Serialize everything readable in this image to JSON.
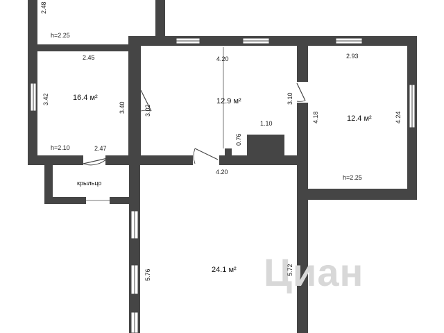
{
  "floor_plan": {
    "rooms": [
      {
        "id": "room-left",
        "area_label": "16.4 м²"
      },
      {
        "id": "room-center",
        "area_label": "12.9 м²"
      },
      {
        "id": "room-right",
        "area_label": "12.4 м²"
      },
      {
        "id": "room-large",
        "area_label": "24.1 м²"
      }
    ],
    "porch_label": "крыльцо",
    "dimensions": {
      "top_left_vertical": "2.48",
      "left_room_top_height": "h=2.25",
      "left_room_top_width": "2.45",
      "left_room_left_height": "3.42",
      "left_room_right_height": "3.40",
      "left_room_bottom_height": "h=2.10",
      "left_room_bottom_width": "2.47",
      "center_top_width": "4.20",
      "center_left_height": "3.02",
      "center_right_height": "3.10",
      "center_partition": "0.76",
      "center_block": "1.10",
      "center_bottom_width": "4.20",
      "right_top_width": "2.93",
      "right_left_height": "4.18",
      "right_right_height": "4.24",
      "right_bottom_height": "h=2.25",
      "large_left_height": "5.76",
      "large_right_height": "5.72"
    },
    "watermark": "Циан"
  }
}
